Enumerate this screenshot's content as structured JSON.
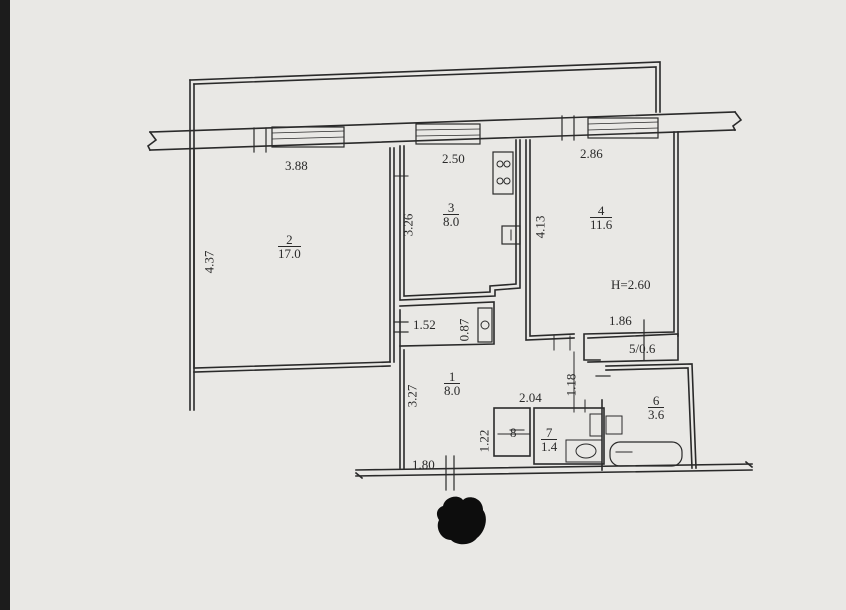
{
  "plan": {
    "ceiling_height": "H=2.60",
    "rooms": [
      {
        "id": "1",
        "number": "1",
        "area": "8.0"
      },
      {
        "id": "2",
        "number": "2",
        "area": "17.0"
      },
      {
        "id": "3",
        "number": "3",
        "area": "8.0"
      },
      {
        "id": "4",
        "number": "4",
        "area": "11.6"
      },
      {
        "id": "5",
        "label": "5/0.6"
      },
      {
        "id": "6",
        "number": "6",
        "area": "3.6"
      },
      {
        "id": "7",
        "number": "7",
        "area": "1.4"
      },
      {
        "id": "8",
        "label": "8"
      }
    ],
    "dimensions": {
      "room2_width": "3.88",
      "room2_height": "4.37",
      "room3_width": "2.50",
      "room3_height": "3.26",
      "room4_width": "2.86",
      "room4_height": "4.13",
      "closet_width": "1.52",
      "closet_depth": "0.87",
      "room5_width": "1.86",
      "hall_height": "3.27",
      "hall_bottom_width": "1.80",
      "room7_width": "2.04",
      "room7_height": "1.18",
      "room8_height": "1.22"
    }
  },
  "colors": {
    "paper": "#e9e8e5",
    "ink": "#2a2a2a",
    "frame": "#1c1c1c"
  }
}
